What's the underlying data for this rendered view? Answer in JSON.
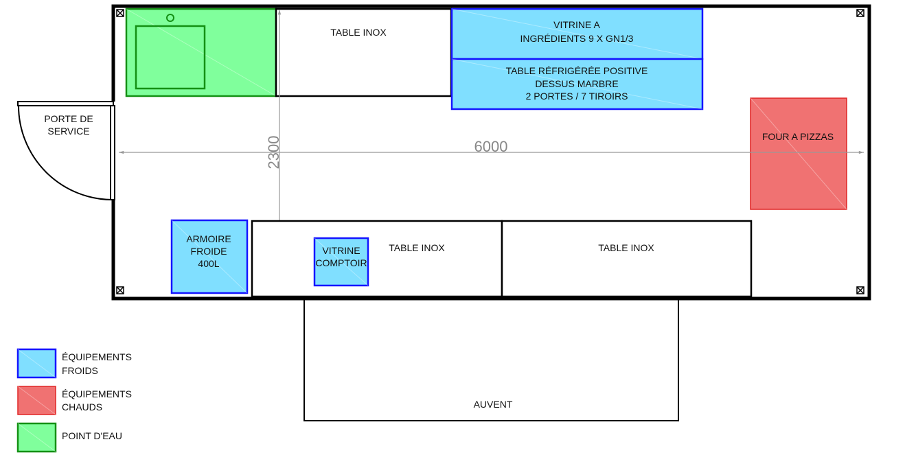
{
  "colors": {
    "cold_fill": "#80dfff",
    "cold_stroke": "#1414ff",
    "hot_fill": "#f07272",
    "hot_stroke": "#e02424",
    "water_fill": "#80ff9c",
    "water_stroke": "#149014"
  },
  "dimensions": {
    "length": "6000",
    "width": "2300"
  },
  "door": {
    "line1": "PORTE DE",
    "line2": "SERVICE"
  },
  "equipment": {
    "table_inox_top": "TABLE INOX",
    "vitrine_a": {
      "line1": "VITRINE A",
      "line2": "INGRÉDIENTS 9 X GN1/3"
    },
    "table_refrigeree": {
      "line1": "TABLE RÉFRIGÉRÉE POSITIVE",
      "line2": "DESSUS MARBRE",
      "line3": "2 PORTES / 7 TIROIRS"
    },
    "four": "FOUR A PIZZAS",
    "armoire": {
      "line1": "ARMOIRE",
      "line2": "FROIDE",
      "line3": "400L"
    },
    "vitrine_comptoir": {
      "line1": "VITRINE",
      "line2": "COMPTOIR"
    },
    "table_inox_bottom_1": "TABLE INOX",
    "table_inox_bottom_2": "TABLE INOX",
    "auvent": "AUVENT"
  },
  "legend": [
    {
      "line1": "ÉQUIPEMENTS",
      "line2": "FROIDS"
    },
    {
      "line1": "ÉQUIPEMENTS",
      "line2": "CHAUDS"
    },
    {
      "line1": "POINT D'EAU",
      "line2": ""
    }
  ]
}
